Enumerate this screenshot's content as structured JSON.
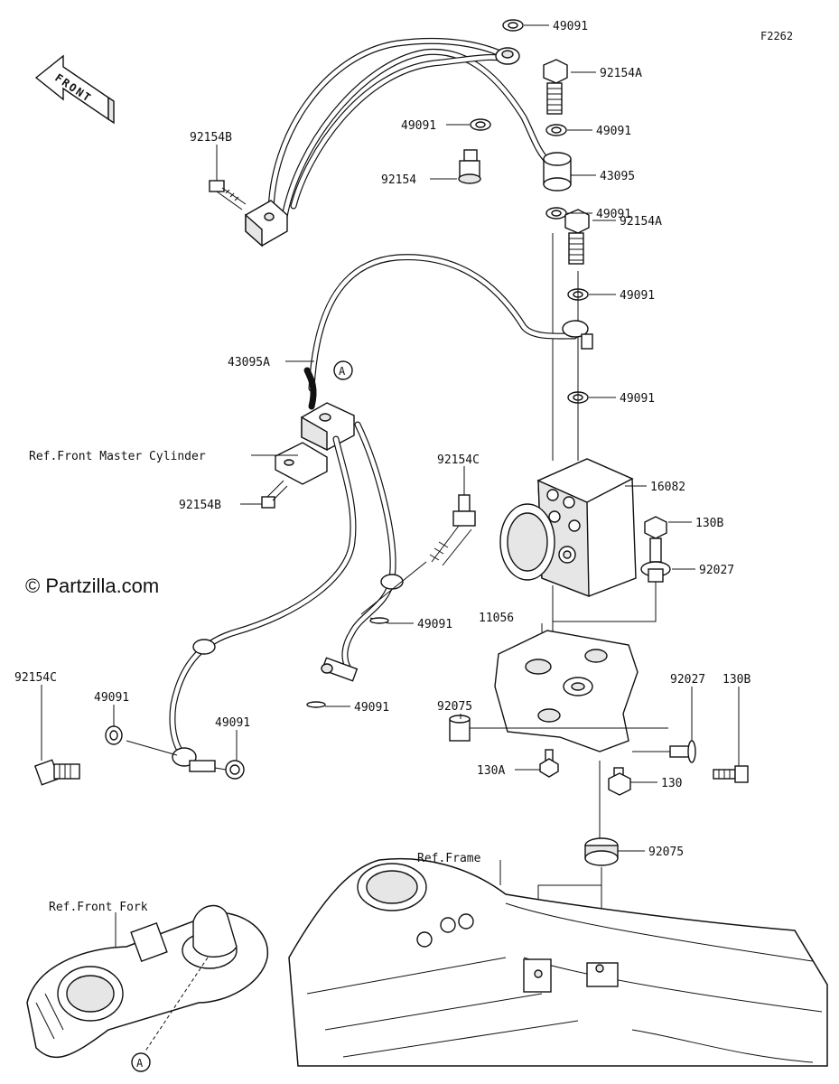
{
  "figure_code": "F2262",
  "front_arrow": "FRONT",
  "watermark": "© Partzilla.com",
  "callouts": {
    "c_49091_a": "49091",
    "c_92154A_a": "92154A",
    "c_49091_b": "49091",
    "c_49091_c": "49091",
    "c_43095": "43095",
    "c_49091_d": "49091",
    "c_92154B_top": "92154B",
    "c_92154": "92154",
    "c_92154A_b": "92154A",
    "c_49091_e": "49091",
    "c_43095A": "43095A",
    "c_49091_f": "49091",
    "c_ref_master": "Ref.Front Master Cylinder",
    "c_92154C_mid": "92154C",
    "c_16082": "16082",
    "c_92154B_mid": "92154B",
    "c_130B_a": "130B",
    "c_92027_a": "92027",
    "c_11056": "11056",
    "c_49091_g": "49091",
    "c_92154C_left": "92154C",
    "c_49091_h": "49091",
    "c_92075_a": "92075",
    "c_92027_b": "92027",
    "c_130B_b": "130B",
    "c_49091_i": "49091",
    "c_49091_j": "49091",
    "c_130A": "130A",
    "c_130": "130",
    "c_92075_b": "92075",
    "c_ref_frame": "Ref.Frame",
    "c_ref_fork": "Ref.Front Fork",
    "marker_a": "A"
  }
}
